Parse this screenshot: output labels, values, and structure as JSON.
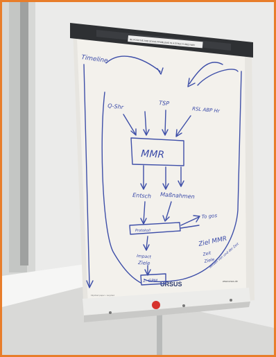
{
  "photo": {
    "subject": "flipchart-photo"
  },
  "flipchart": {
    "header_label": "BE POSITIVE AND SOLVE PROBLEMS IN A STRUCTURED WAY",
    "brand": "URSUS",
    "brand_small": "www.ursus.de",
    "footer_note": "Flipchart paper • recycled"
  },
  "sketch": {
    "timeline": "Timeline",
    "source_left": "Q-Shr",
    "source_mid": "TSP",
    "source_right": "RSL ABP Hr",
    "center_box": "MMR",
    "branch_left": "Entsch",
    "branch_right": "Maßnahmen",
    "bar_label": "Protokoll",
    "to_goal": "To gos",
    "impact": "Impact",
    "goals": "Ziele",
    "bottom_box": "1. GPM",
    "side_title": "Ziel MMR",
    "side_line1": "Zeit",
    "side_line2": "Ziele",
    "side_note": "aktuell von und der Zeit"
  },
  "colors": {
    "accent_border": "#e87d2a",
    "ink": "#3d4ea8",
    "paper": "#f3f1ec",
    "wall": "#e9e9e7",
    "button": "#d6322c"
  }
}
